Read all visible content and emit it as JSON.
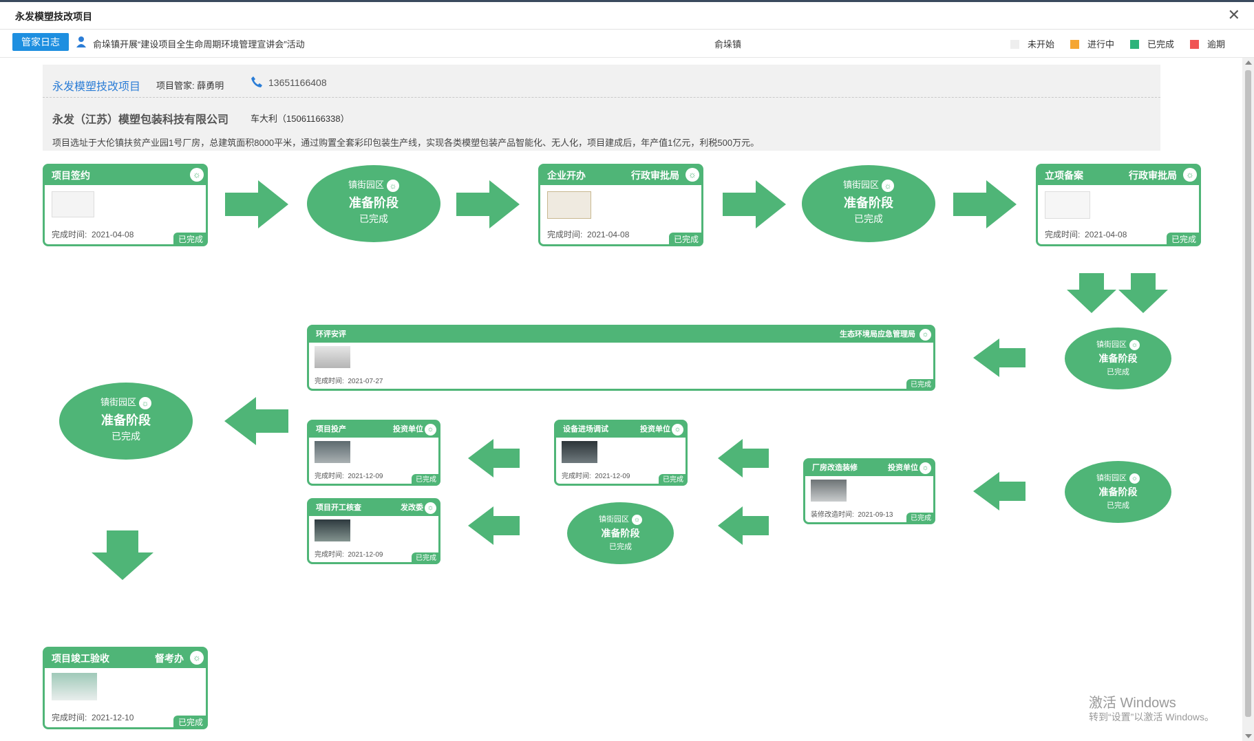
{
  "window": {
    "title": "永发模塑技改项目",
    "close": "✕"
  },
  "toolbar": {
    "log_button": "管家日志",
    "activity": "俞垛镇开展“建设项目全生命周期环境管理宣讲会”活动",
    "town": "俞垛镇",
    "legend": [
      {
        "label": "未开始",
        "color": "#eeeeee"
      },
      {
        "label": "进行中",
        "color": "#f5a632"
      },
      {
        "label": "已完成",
        "color": "#2db37a"
      },
      {
        "label": "逾期",
        "color": "#f05555"
      }
    ]
  },
  "info": {
    "project_name": "永发模塑技改项目",
    "manager": "项目管家: 薛勇明",
    "phone": "13651166408",
    "company": "永发（江苏）模塑包装科技有限公司",
    "contact": "车大利（15061166338）",
    "description": "项目选址于大伦镇扶贫产业园1号厂房，总建筑面积8000平米，通过购置全套彩印包装生产线，实现各类模塑包装产品智能化、无人化，项目建成后，年产值1亿元，利税500万元。"
  },
  "stage_ellipse": {
    "line1": "镇街园区",
    "line2": "准备阶段",
    "line3": "已完成",
    "bulb": "☼"
  },
  "cards": {
    "signing": {
      "title": "项目签约",
      "dept": "",
      "time_label": "完成时间:",
      "time": "2021-04-08",
      "status": "已完成"
    },
    "business": {
      "title": "企业开办",
      "dept": "行政审批局",
      "time_label": "完成时间:",
      "time": "2021-04-08",
      "status": "已完成"
    },
    "filing": {
      "title": "立项备案",
      "dept": "行政审批局",
      "time_label": "完成时间:",
      "time": "2021-04-08",
      "status": "已完成"
    },
    "eia": {
      "title": "环评安评",
      "dept": "生态环境局应急管理局",
      "time_label": "完成时间:",
      "time": "2021-07-27",
      "status": "已完成"
    },
    "renovate": {
      "title": "厂房改造装修",
      "dept": "投资单位",
      "time_label": "装修改造时间:",
      "time": "2021-09-13",
      "status": "已完成"
    },
    "equipment": {
      "title": "设备进场调试",
      "dept": "投资单位",
      "time_label": "完成时间:",
      "time": "2021-12-09",
      "status": "已完成"
    },
    "production": {
      "title": "项目投产",
      "dept": "投资单位",
      "time_label": "完成时间:",
      "time": "2021-12-09",
      "status": "已完成"
    },
    "startcheck": {
      "title": "项目开工核查",
      "dept": "发改委",
      "time_label": "完成时间:",
      "time": "2021-12-09",
      "status": "已完成"
    },
    "acceptance": {
      "title": "项目竣工验收",
      "dept": "督考办",
      "time_label": "完成时间:",
      "time": "2021-12-10",
      "status": "已完成"
    }
  },
  "watermark": {
    "line1": "激活 Windows",
    "line2": "转到“设置”以激活 Windows。"
  }
}
